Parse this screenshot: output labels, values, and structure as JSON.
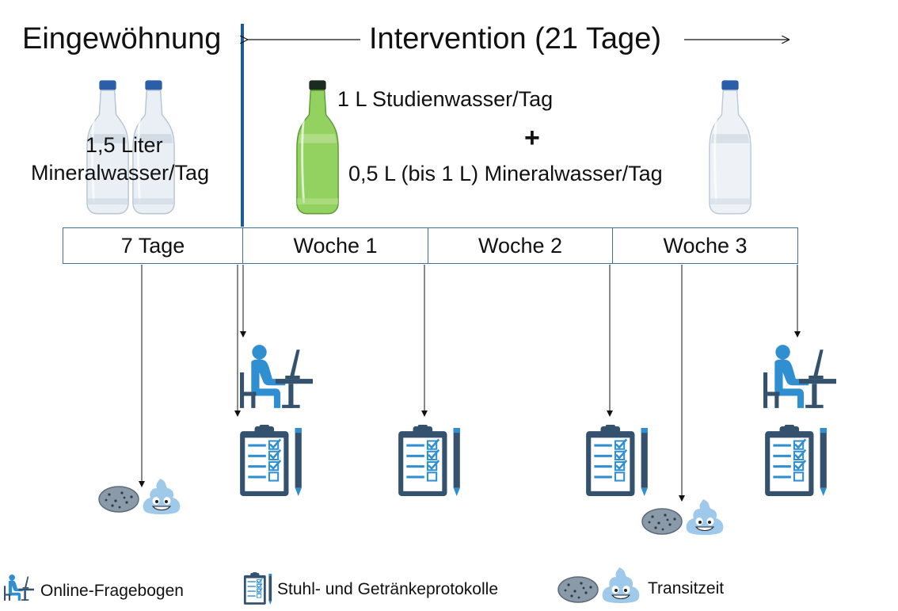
{
  "header": {
    "phase_label": "Eingewöhnung",
    "intervention_label": "Intervention (21 Tage)"
  },
  "baseline": {
    "line1": "1,5 Liter",
    "line2": "Mineralwasser/Tag"
  },
  "intervention_daily": {
    "line1": "1 L Studienwasser/Tag",
    "plus": "+",
    "line2": "0,5 L (bis 1 L) Mineralwasser/Tag"
  },
  "timeline": {
    "cells": [
      "7 Tage",
      "Woche 1",
      "Woche 2",
      "Woche 3"
    ]
  },
  "legend": {
    "questionnaire": "Online-Fragebogen",
    "protocols": "Stuhl- und Getränkeprotokolle",
    "transit": "Transitzeit"
  },
  "colors": {
    "divider": "#1f5a96",
    "icon_blue": "#2f8fd0",
    "icon_dark": "#34516e",
    "study_bottle": "#8fcf5a",
    "mineral_bottle": "#dfe8f1"
  }
}
